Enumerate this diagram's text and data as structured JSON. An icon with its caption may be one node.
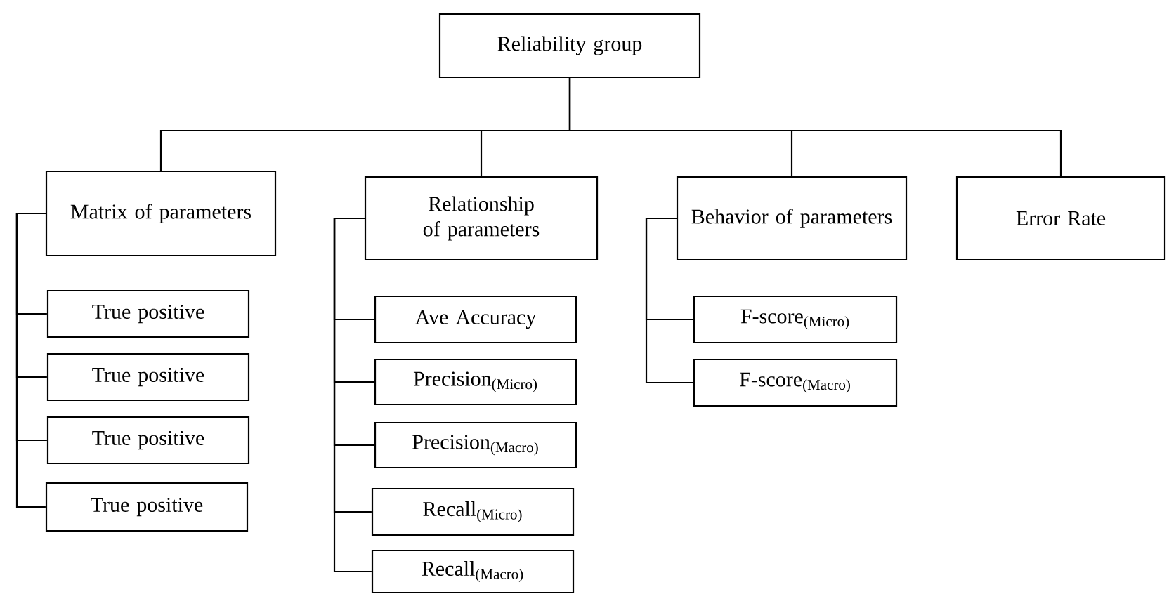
{
  "diagram": {
    "nodes": [
      {
        "text": [
          "Reliability group"
        ]
      },
      {
        "text": [
          "Matrix of parameters"
        ]
      },
      {
        "text": [
          "Relationship of parameters"
        ]
      },
      {
        "text": [
          "Behavior of parameters"
        ]
      },
      {
        "text": [
          "Error Rate"
        ]
      },
      {
        "text": [
          "True positive"
        ]
      },
      {
        "text": [
          "True positive"
        ]
      },
      {
        "text": [
          "True positive"
        ]
      },
      {
        "text": [
          "True positive"
        ]
      },
      {
        "text": [
          "Ave Accuracy"
        ]
      },
      {
        "text": [
          "Precision$_{(Micro)}$"
        ]
      },
      {
        "text": [
          "Precision$_{(Macro)}$"
        ]
      },
      {
        "text": [
          "Recall$_{(Micro)}$"
        ]
      },
      {
        "text": [
          "Recall$_{(Macro)}$"
        ]
      },
      {
        "text": [
          "F-score$_{(Micro)}$"
        ]
      },
      {
        "text": [
          "F-score$_{(Macro)}$"
        ]
      }
    ],
    "edges": [
      {
        "from": 0,
        "to": 1,
        "arrow": "none"
      },
      {
        "from": 0,
        "to": 2,
        "arrow": "none"
      },
      {
        "from": 0,
        "to": 3,
        "arrow": "none"
      },
      {
        "from": 0,
        "to": 4,
        "arrow": "none"
      },
      {
        "from": 1,
        "to": 5,
        "arrow": "none"
      },
      {
        "from": 1,
        "to": 6,
        "arrow": "none"
      },
      {
        "from": 1,
        "to": 7,
        "arrow": "none"
      },
      {
        "from": 1,
        "to": 8,
        "arrow": "none"
      },
      {
        "from": 2,
        "to": 9,
        "arrow": "none"
      },
      {
        "from": 2,
        "to": 10,
        "arrow": "none"
      },
      {
        "from": 2,
        "to": 11,
        "arrow": "none"
      },
      {
        "from": 2,
        "to": 12,
        "arrow": "none"
      },
      {
        "from": 2,
        "to": 13,
        "arrow": "none"
      },
      {
        "from": 3,
        "to": 14,
        "arrow": "none"
      },
      {
        "from": 3,
        "to": 15,
        "arrow": "none"
      }
    ]
  }
}
